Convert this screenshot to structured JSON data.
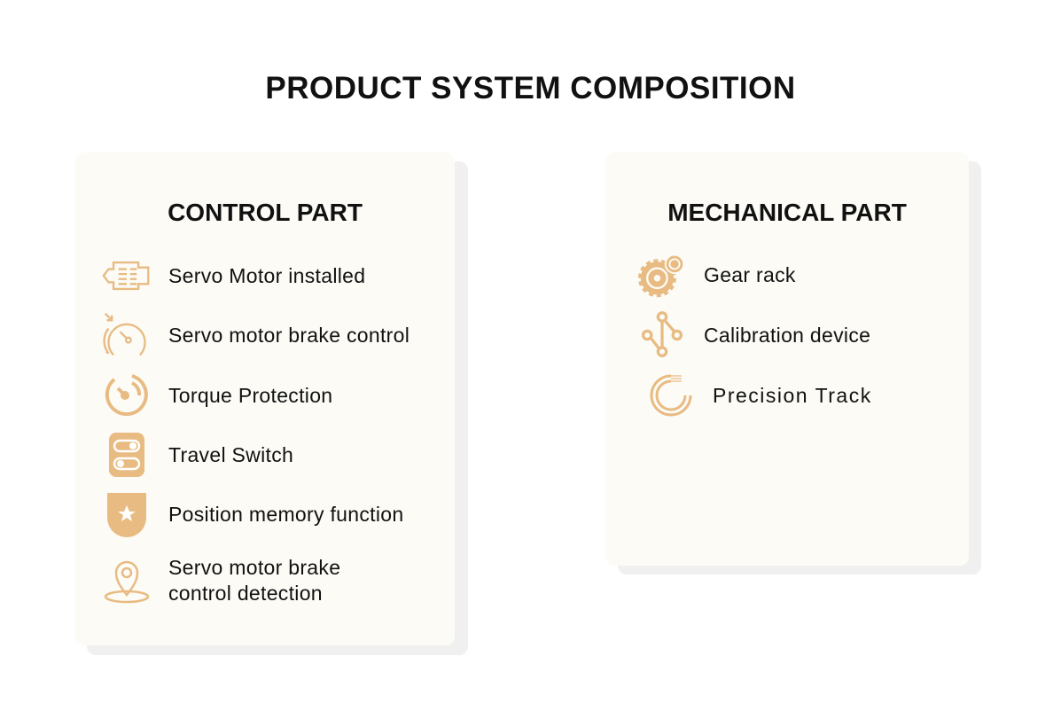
{
  "title": "PRODUCT SYSTEM COMPOSITION",
  "accent": "#e8bb82",
  "control": {
    "heading": "CONTROL PART",
    "items": [
      {
        "label": "Servo Motor installed",
        "icon": "motor-icon"
      },
      {
        "label": "Servo motor brake control",
        "icon": "speedometer-icon"
      },
      {
        "label": "Torque Protection",
        "icon": "torque-gauge-icon"
      },
      {
        "label": "Travel Switch",
        "icon": "switch-icon"
      },
      {
        "label": "Position memory function",
        "icon": "star-shield-icon"
      },
      {
        "label": "Servo motor brake\ncontrol detection",
        "icon": "location-pin-icon"
      }
    ]
  },
  "mechanical": {
    "heading": "MECHANICAL PART",
    "items": [
      {
        "label": "Gear rack",
        "icon": "gears-icon"
      },
      {
        "label": "Calibration device",
        "icon": "nodes-icon"
      },
      {
        "label": "Precision Track",
        "icon": "track-icon"
      }
    ]
  }
}
